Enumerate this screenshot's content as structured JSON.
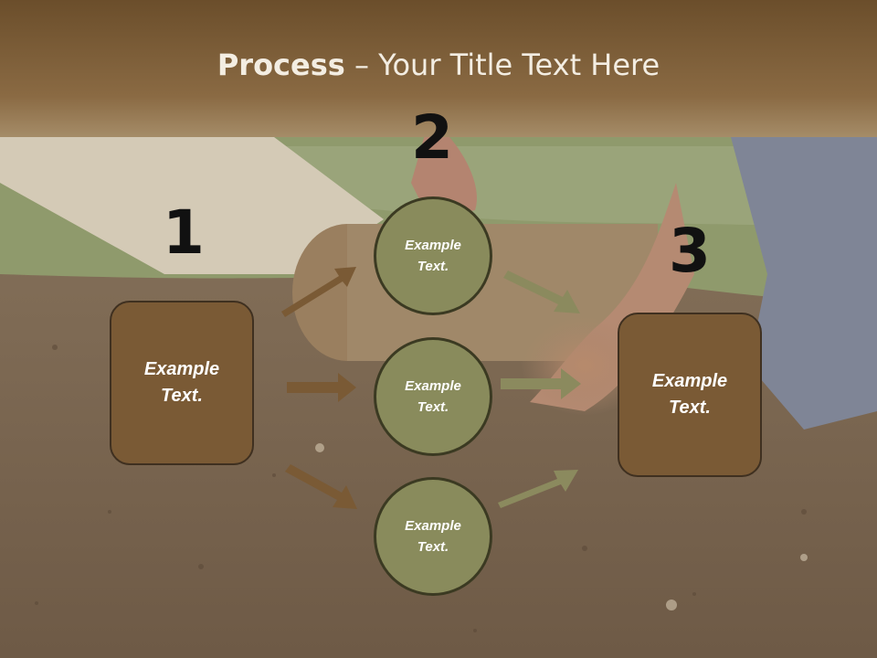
{
  "slide": {
    "title_bold": "Process",
    "title_rest": " – Your Title Text Here"
  },
  "steps": {
    "one": {
      "number": "1",
      "text": "Example Text."
    },
    "two": {
      "number": "2",
      "items": [
        "Example Text.",
        "Example Text.",
        "Example Text."
      ]
    },
    "three": {
      "number": "3",
      "text": "Example Text."
    }
  },
  "colors": {
    "box_fill": "#7a5a35",
    "circle_fill": "#898b5c",
    "arrow_brown": "#7a5a35",
    "arrow_olive": "#8b8a5e"
  }
}
